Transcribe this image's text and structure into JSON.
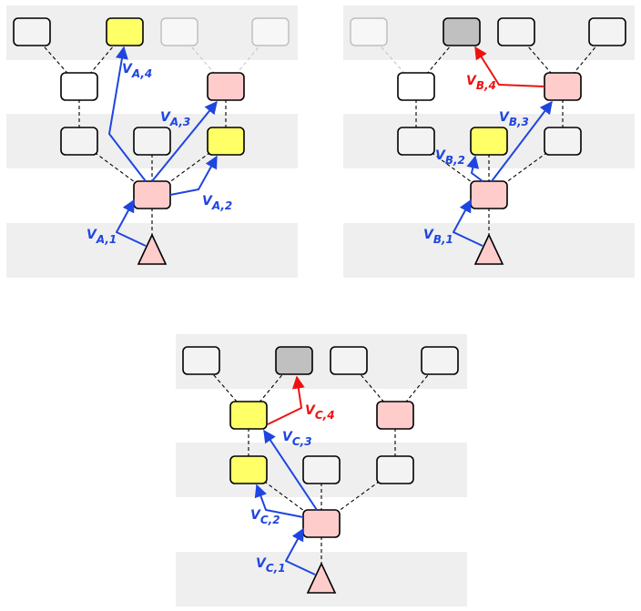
{
  "colors": {
    "band": "#efefef",
    "node_default": "#ffffff",
    "node_light": "#f3f3f3",
    "node_current": "#ffcccc",
    "node_selected": "#ffff66",
    "node_highlight": "#c0c0c0",
    "vector_blue": "#1f45e0",
    "vector_red": "#ee1111"
  },
  "panels": [
    {
      "id": "A",
      "vectors": [
        {
          "letter": "V",
          "sub": "A,1",
          "color": "blue"
        },
        {
          "letter": "V",
          "sub": "A,2",
          "color": "blue"
        },
        {
          "letter": "V",
          "sub": "A,3",
          "color": "blue"
        },
        {
          "letter": "V",
          "sub": "A,4",
          "color": "blue"
        }
      ]
    },
    {
      "id": "B",
      "vectors": [
        {
          "letter": "V",
          "sub": "B,1",
          "color": "blue"
        },
        {
          "letter": "V",
          "sub": "B,2",
          "color": "blue"
        },
        {
          "letter": "V",
          "sub": "B,3",
          "color": "blue"
        },
        {
          "letter": "V",
          "sub": "B,4",
          "color": "red"
        }
      ]
    },
    {
      "id": "C",
      "vectors": [
        {
          "letter": "V",
          "sub": "C,1",
          "color": "blue"
        },
        {
          "letter": "V",
          "sub": "C,2",
          "color": "blue"
        },
        {
          "letter": "V",
          "sub": "C,3",
          "color": "blue"
        },
        {
          "letter": "V",
          "sub": "C,4",
          "color": "red"
        }
      ]
    }
  ]
}
